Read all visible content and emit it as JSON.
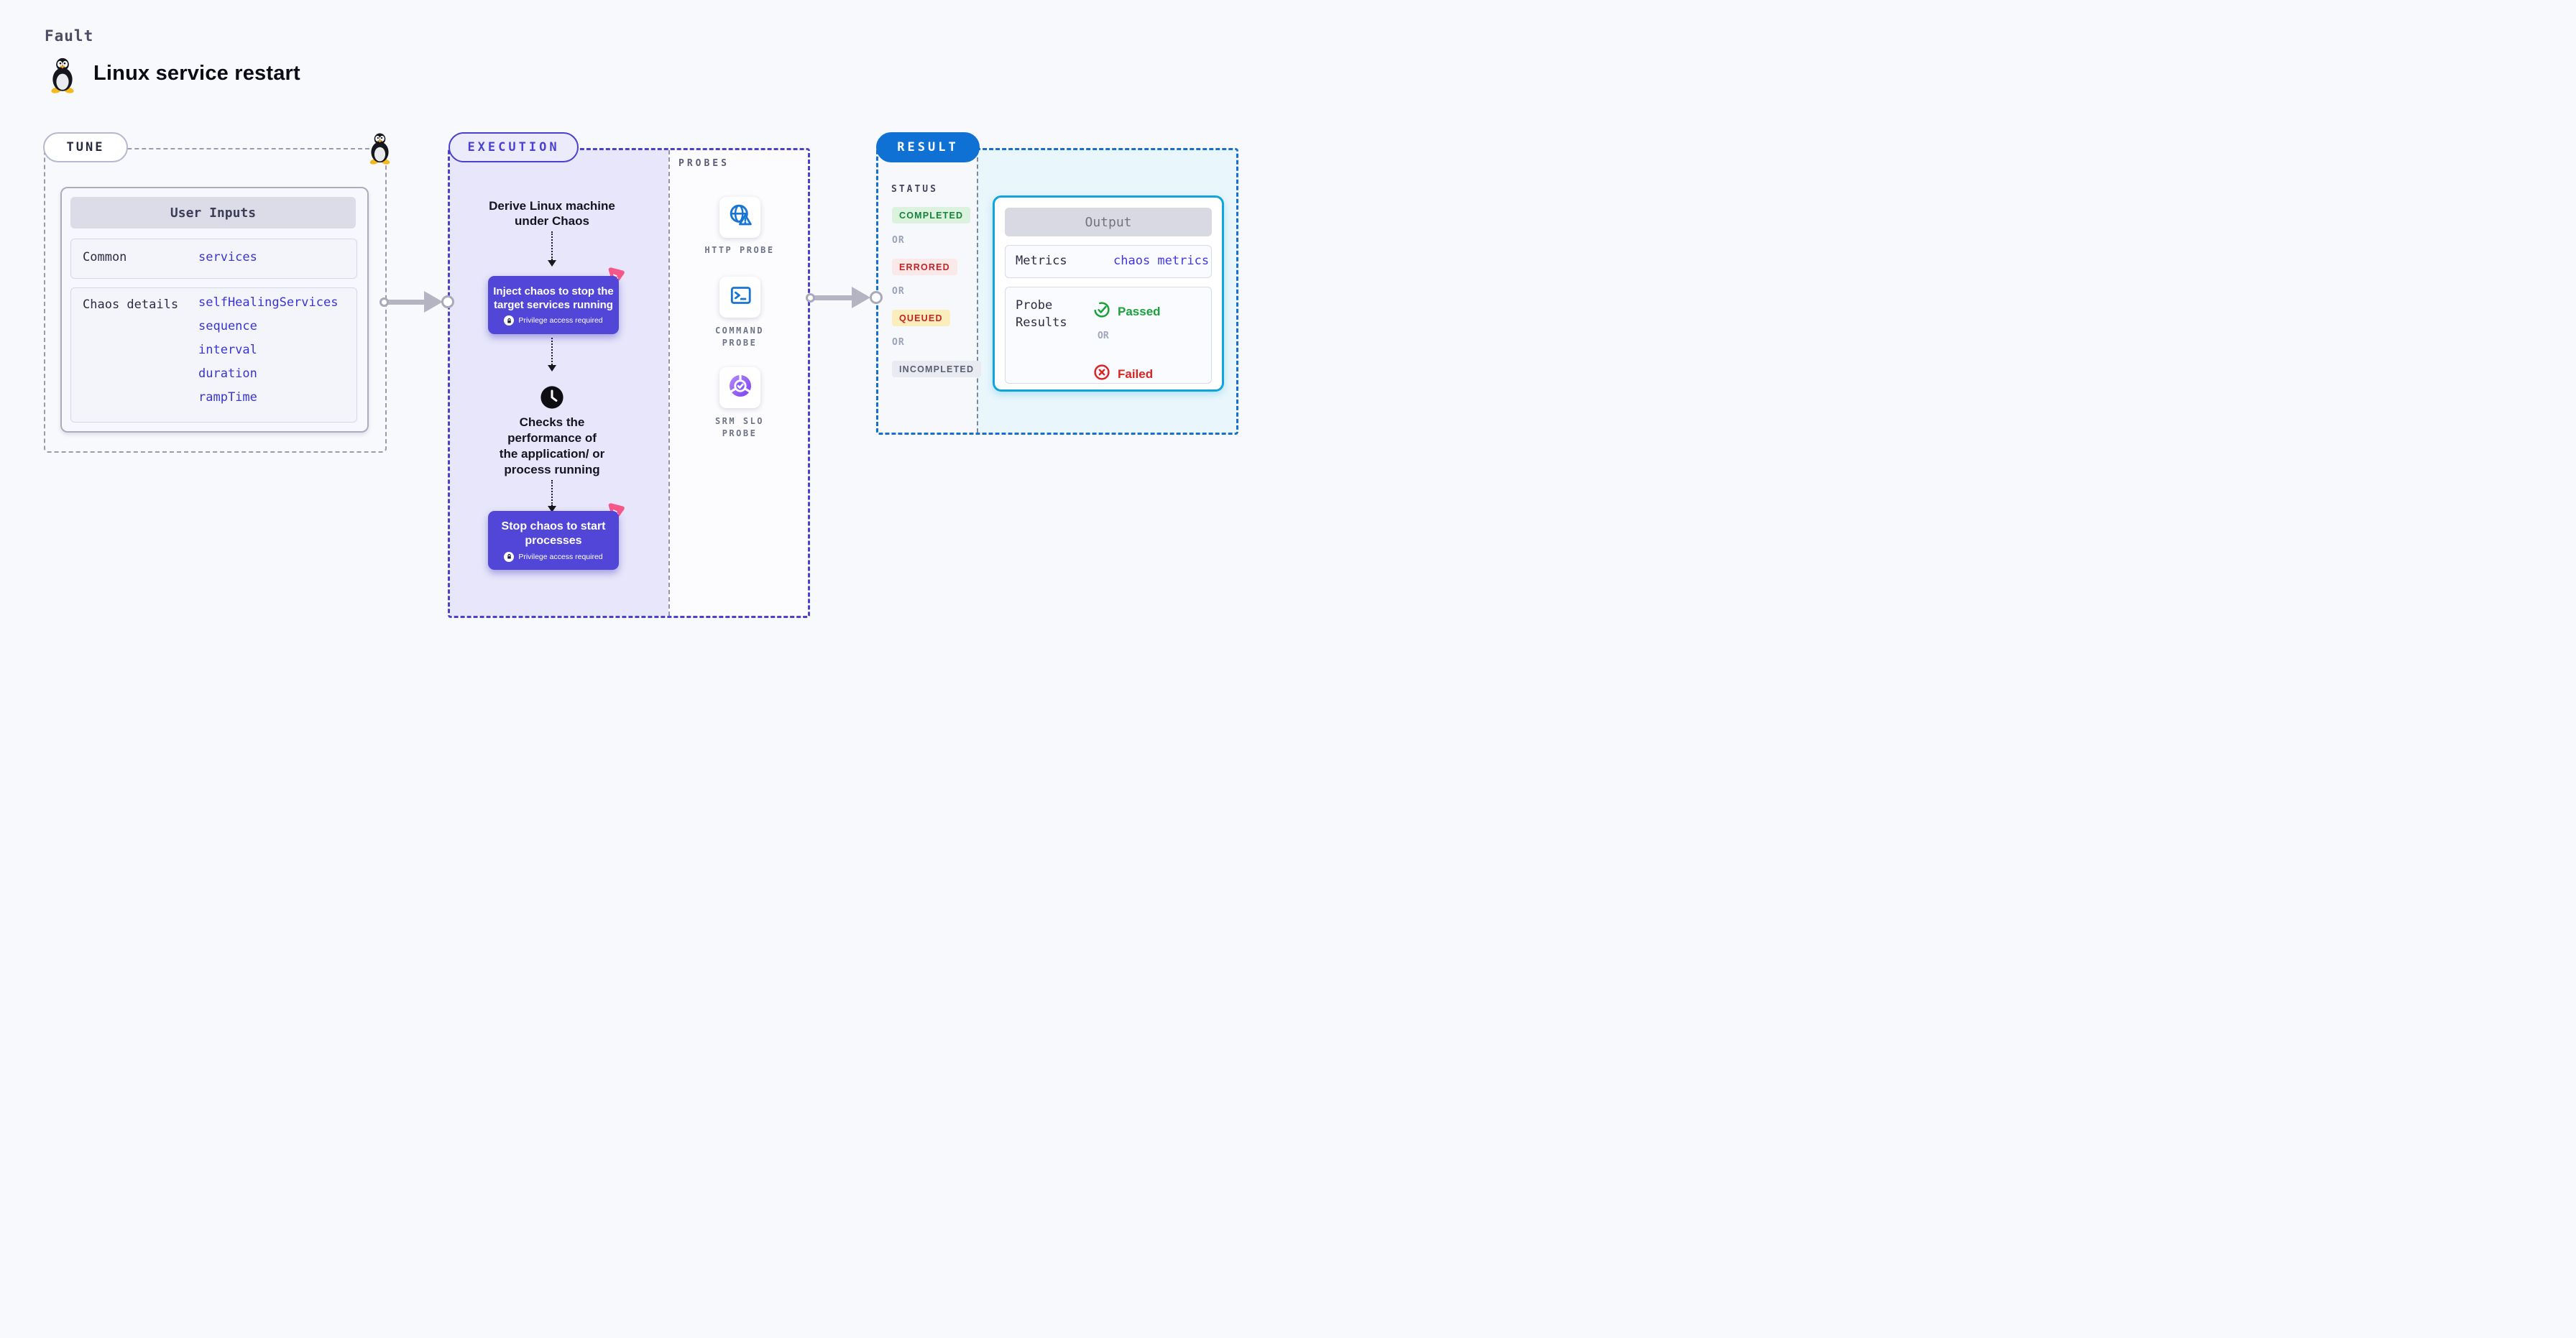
{
  "page": {
    "kicker": "Fault",
    "title": "Linux service restart"
  },
  "tune": {
    "label": "TUNE",
    "user_inputs": {
      "header": "User Inputs",
      "common_label": "Common",
      "common_value": "services",
      "chaos_label": "Chaos details",
      "chaos_values": [
        "selfHealingServices",
        "sequence",
        "interval",
        "duration",
        "rampTime"
      ]
    }
  },
  "execution": {
    "label": "EXECUTION",
    "derive_text": "Derive Linux machine\nunder Chaos",
    "inject_text": "Inject chaos to stop the\ntarget services running",
    "checks_text": "Checks the\nperformance of\nthe application/ or\nprocess running",
    "stop_text": "Stop chaos to start\nprocesses",
    "privilege_text": "Privilege access required"
  },
  "probes": {
    "label": "PROBES",
    "items": [
      {
        "name": "HTTP PROBE",
        "icon": "globe-alert-icon"
      },
      {
        "name": "COMMAND PROBE",
        "icon": "terminal-icon"
      },
      {
        "name": "SRM SLO PROBE",
        "icon": "slo-donut-icon"
      }
    ]
  },
  "result": {
    "label": "RESULT",
    "status_label": "STATUS",
    "or_label": "OR",
    "statuses": [
      {
        "text": "COMPLETED",
        "fg": "#17813a",
        "bg": "#daf2de"
      },
      {
        "text": "ERRORED",
        "fg": "#c12424",
        "bg": "#fbe9e9"
      },
      {
        "text": "QUEUED",
        "fg": "#c12424",
        "bg": "#fcedbc"
      },
      {
        "text": "INCOMPLETED",
        "fg": "#5a6070",
        "bg": "#e9eaf2"
      }
    ],
    "output": {
      "header": "Output",
      "metrics_label": "Metrics",
      "metrics_value": "chaos metrics",
      "probe_results_label": "Probe Results",
      "passed_label": "Passed",
      "failed_label": "Failed"
    }
  },
  "colors": {
    "page_bg": "#f8f9fd",
    "accent_indigo": "#4b41cf",
    "execution_bg": "#e7e6fa",
    "node_purple": "#5146d8",
    "chaos_pink": "#f8578a",
    "result_blue": "#0e71d3",
    "output_border_cyan": "#0fa5dc",
    "output_bg_cyan": "#e9f6fc",
    "link_blue": "#3a34d6",
    "probe_icon_blue": "#1676d2",
    "slo_purple": "#8b5cf6",
    "passed_green": "#18a23a",
    "failed_red": "#d92525",
    "arrow_gray": "#b4b4c3"
  }
}
